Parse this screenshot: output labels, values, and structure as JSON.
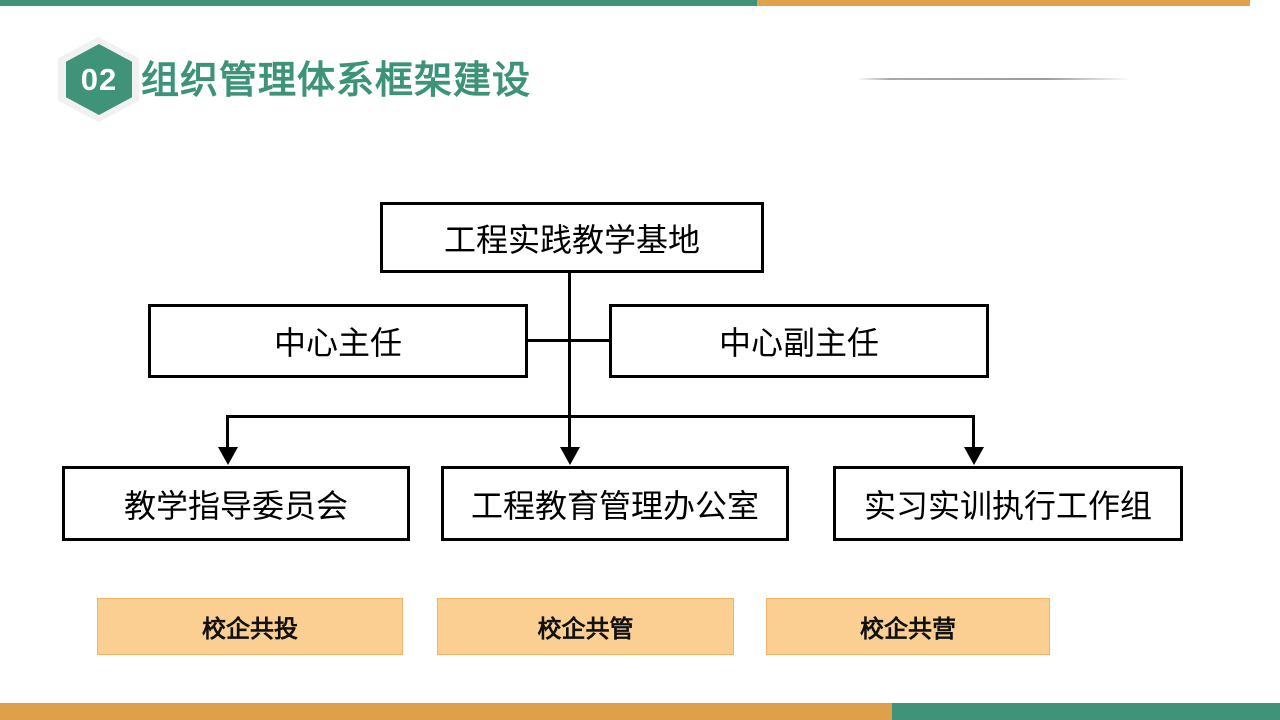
{
  "slide": {
    "badge": "02",
    "title": "组织管理体系框架建设",
    "colors": {
      "accent_green": "#3F9379",
      "accent_orange": "#DFA04A",
      "tag_fill": "#FBCE92",
      "tag_border": "#F1B267",
      "box_border": "#000000",
      "divider_gray": "#A8A8A8"
    }
  },
  "org_chart": {
    "root": "工程实践教学基地",
    "level2": [
      {
        "label": "中心主任"
      },
      {
        "label": "中心副主任"
      }
    ],
    "level3": [
      {
        "label": "教学指导委员会"
      },
      {
        "label": "工程教育管理办公室"
      },
      {
        "label": "实习实训执行工作组"
      }
    ],
    "tags": [
      {
        "label": "校企共投"
      },
      {
        "label": "校企共管"
      },
      {
        "label": "校企共营"
      }
    ]
  }
}
